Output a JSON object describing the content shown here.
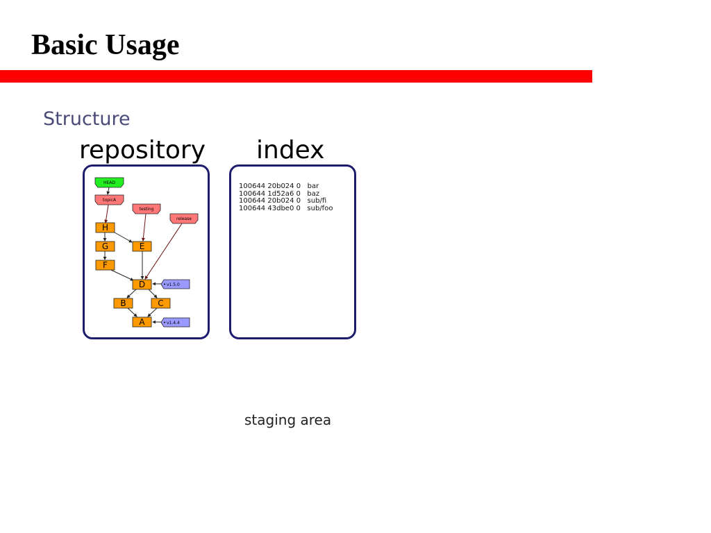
{
  "slide": {
    "title": "Basic Usage",
    "subtitle": "Structure",
    "repository_header": "repository",
    "index_header": "index",
    "staging_caption": "staging area",
    "accent_color": "#ff0000"
  },
  "graph": {
    "refs": [
      {
        "label": "HEAD",
        "color": "#22ee22"
      },
      {
        "label": "topicA",
        "color": "#ff7777"
      },
      {
        "label": "testing",
        "color": "#ff7777"
      },
      {
        "label": "release",
        "color": "#ff7777"
      }
    ],
    "commits": [
      "H",
      "G",
      "F",
      "E",
      "D",
      "C",
      "B",
      "A"
    ],
    "commit_color": "#ff9900",
    "tags": [
      {
        "label": "v1.5.0",
        "color": "#9999ff"
      },
      {
        "label": "v1.4.4",
        "color": "#9999ff"
      }
    ]
  },
  "index": {
    "entries": [
      {
        "mode": "100644",
        "hash": "20b024",
        "stage": "0",
        "path": "bar"
      },
      {
        "mode": "100644",
        "hash": "1d52a6",
        "stage": "0",
        "path": "baz"
      },
      {
        "mode": "100644",
        "hash": "20b024",
        "stage": "0",
        "path": "sub/fi"
      },
      {
        "mode": "100644",
        "hash": "43dbe0",
        "stage": "0",
        "path": "sub/foo"
      }
    ]
  }
}
